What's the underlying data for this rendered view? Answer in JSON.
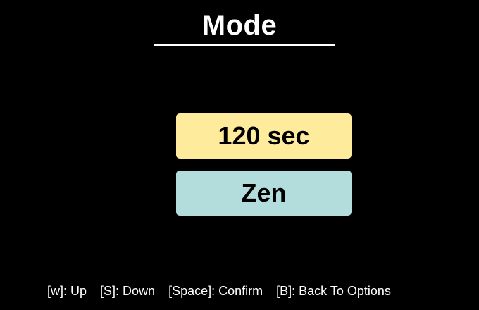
{
  "screen": {
    "title": "Mode"
  },
  "options": [
    {
      "label": "120 sec",
      "selected": true,
      "color": "#ffeb9c"
    },
    {
      "label": "Zen",
      "selected": false,
      "color": "#b3dcdc"
    }
  ],
  "controls": {
    "up": "[w]: Up",
    "down": "[S]: Down",
    "confirm": "[Space]: Confirm",
    "back": "[B]: Back To Options"
  },
  "colors": {
    "background": "#000000",
    "text": "#ffffff"
  }
}
